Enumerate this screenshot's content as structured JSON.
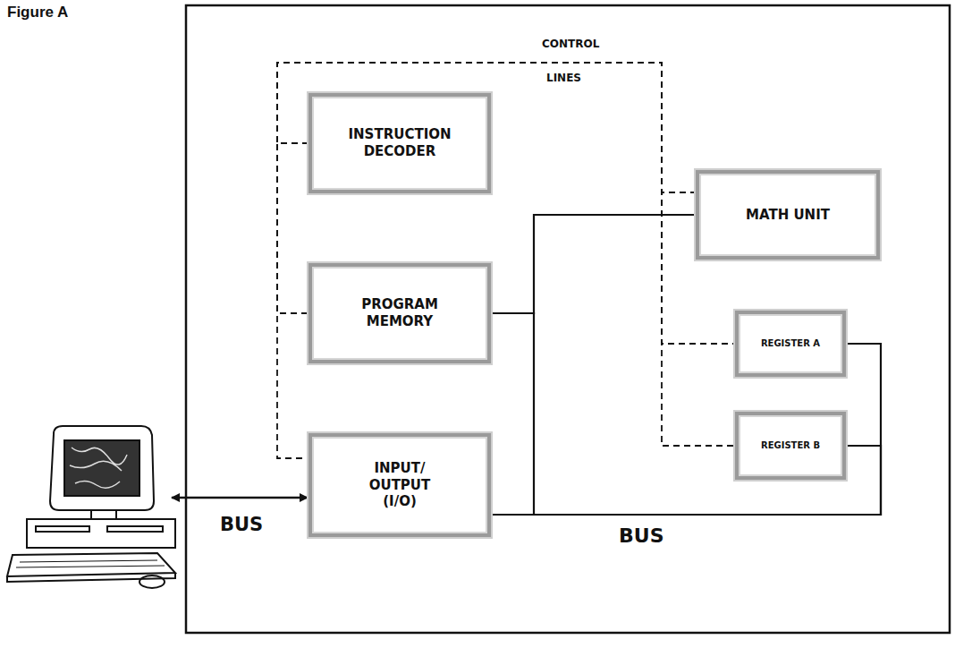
{
  "diagram": {
    "title": "Figure A",
    "nodes": [
      {
        "text": [
          "INSTRUCTION DECODER"
        ]
      },
      {
        "text": [
          "PROGRAM MEMORY"
        ]
      },
      {
        "text": [
          "INPUT/ OUTPUT (I/O)"
        ]
      },
      {
        "text": [
          "MATH UNIT"
        ]
      },
      {
        "text": [
          "REGISTER A"
        ]
      },
      {
        "text": [
          "REGISTER B"
        ]
      }
    ],
    "edges": [
      {
        "from": 1,
        "to": 3,
        "arrow": "none"
      },
      {
        "from": 1,
        "to": 2,
        "arrow": "none"
      },
      {
        "from": 2,
        "to": 4,
        "arrow": "none"
      },
      {
        "from": 2,
        "to": 5,
        "arrow": "none"
      },
      {
        "from": 0,
        "to": 1,
        "arrow": "none"
      },
      {
        "from": 0,
        "to": 2,
        "arrow": "none"
      },
      {
        "from": 0,
        "to": 3,
        "arrow": "none"
      },
      {
        "from": 0,
        "to": 4,
        "arrow": "none"
      },
      {
        "from": 0,
        "to": 5,
        "arrow": "none"
      }
    ],
    "labels": [
      "CONTROL",
      "LINES",
      "BUS",
      "BUS"
    ]
  }
}
